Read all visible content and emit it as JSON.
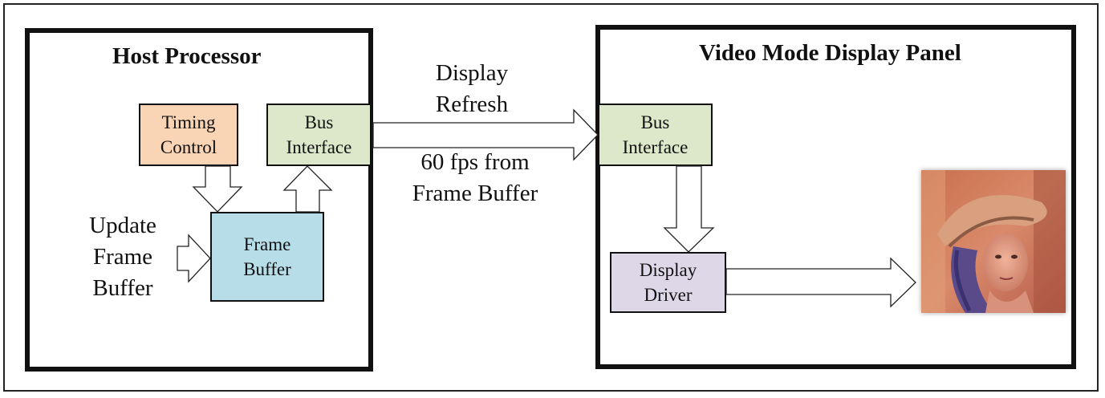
{
  "host": {
    "title": "Host Processor",
    "timing_control": "Timing\nControl",
    "bus_interface": "Bus\nInterface",
    "frame_buffer": "Frame\nBuffer",
    "update_label": "Update\nFrame\nBuffer"
  },
  "link": {
    "top_label": "Display\nRefresh",
    "bottom_label": "60 fps from\nFrame Buffer"
  },
  "panel": {
    "title": "Video Mode Display Panel",
    "bus_interface": "Bus\nInterface",
    "display_driver": "Display\nDriver"
  },
  "colors": {
    "timing_control": "#f9d5b5",
    "bus_interface": "#dce8c9",
    "frame_buffer": "#b7dde9",
    "display_driver": "#ddd7e8"
  }
}
